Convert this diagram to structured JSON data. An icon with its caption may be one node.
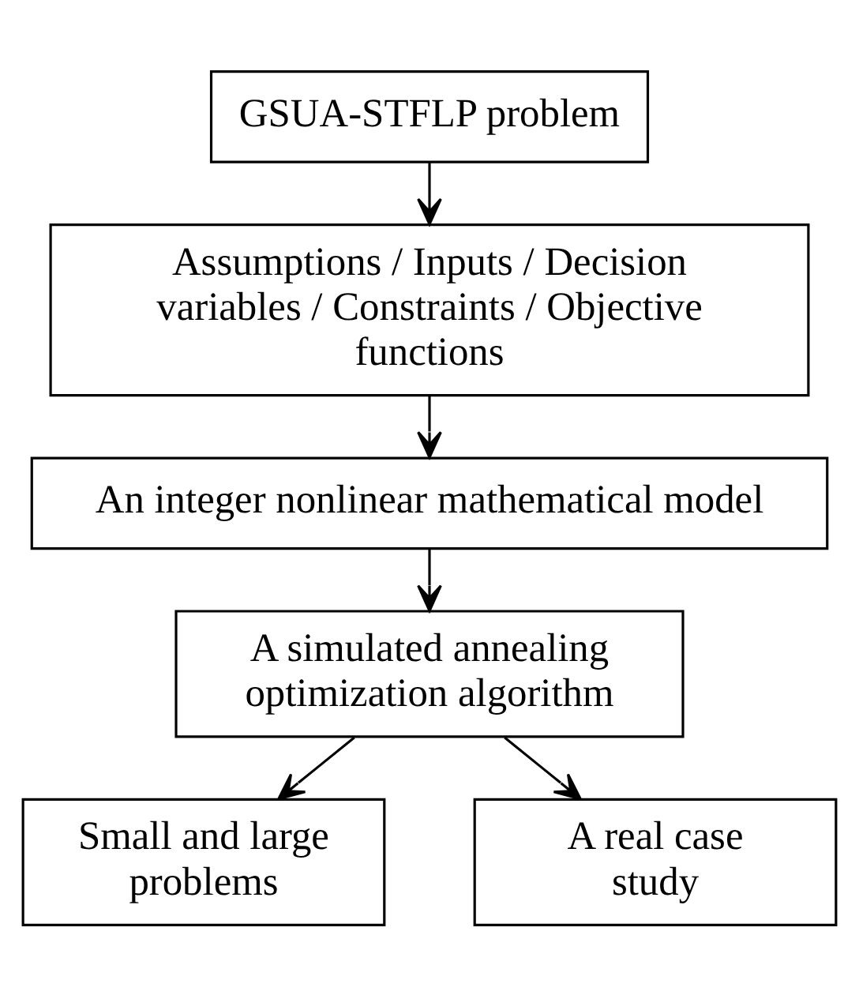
{
  "diagram": {
    "nodes": [
      {
        "text": [
          "GSUA-STFLP problem"
        ]
      },
      {
        "text": [
          "Assumptions / Inputs / Decision variables / Constraints / Objective functions"
        ]
      },
      {
        "text": [
          "An integer nonlinear mathematical model"
        ]
      },
      {
        "text": [
          "A simulated annealing optimization algorithm"
        ]
      },
      {
        "text": [
          "Small and large problems"
        ]
      },
      {
        "text": [
          "A real case study"
        ]
      }
    ],
    "edges": [
      {
        "from": 0,
        "to": 1,
        "arrow": "to"
      },
      {
        "from": 1,
        "to": 2,
        "arrow": "to"
      },
      {
        "from": 2,
        "to": 3,
        "arrow": "to"
      },
      {
        "from": 3,
        "to": 4,
        "arrow": "to"
      },
      {
        "from": 3,
        "to": 5,
        "arrow": "to"
      }
    ]
  }
}
